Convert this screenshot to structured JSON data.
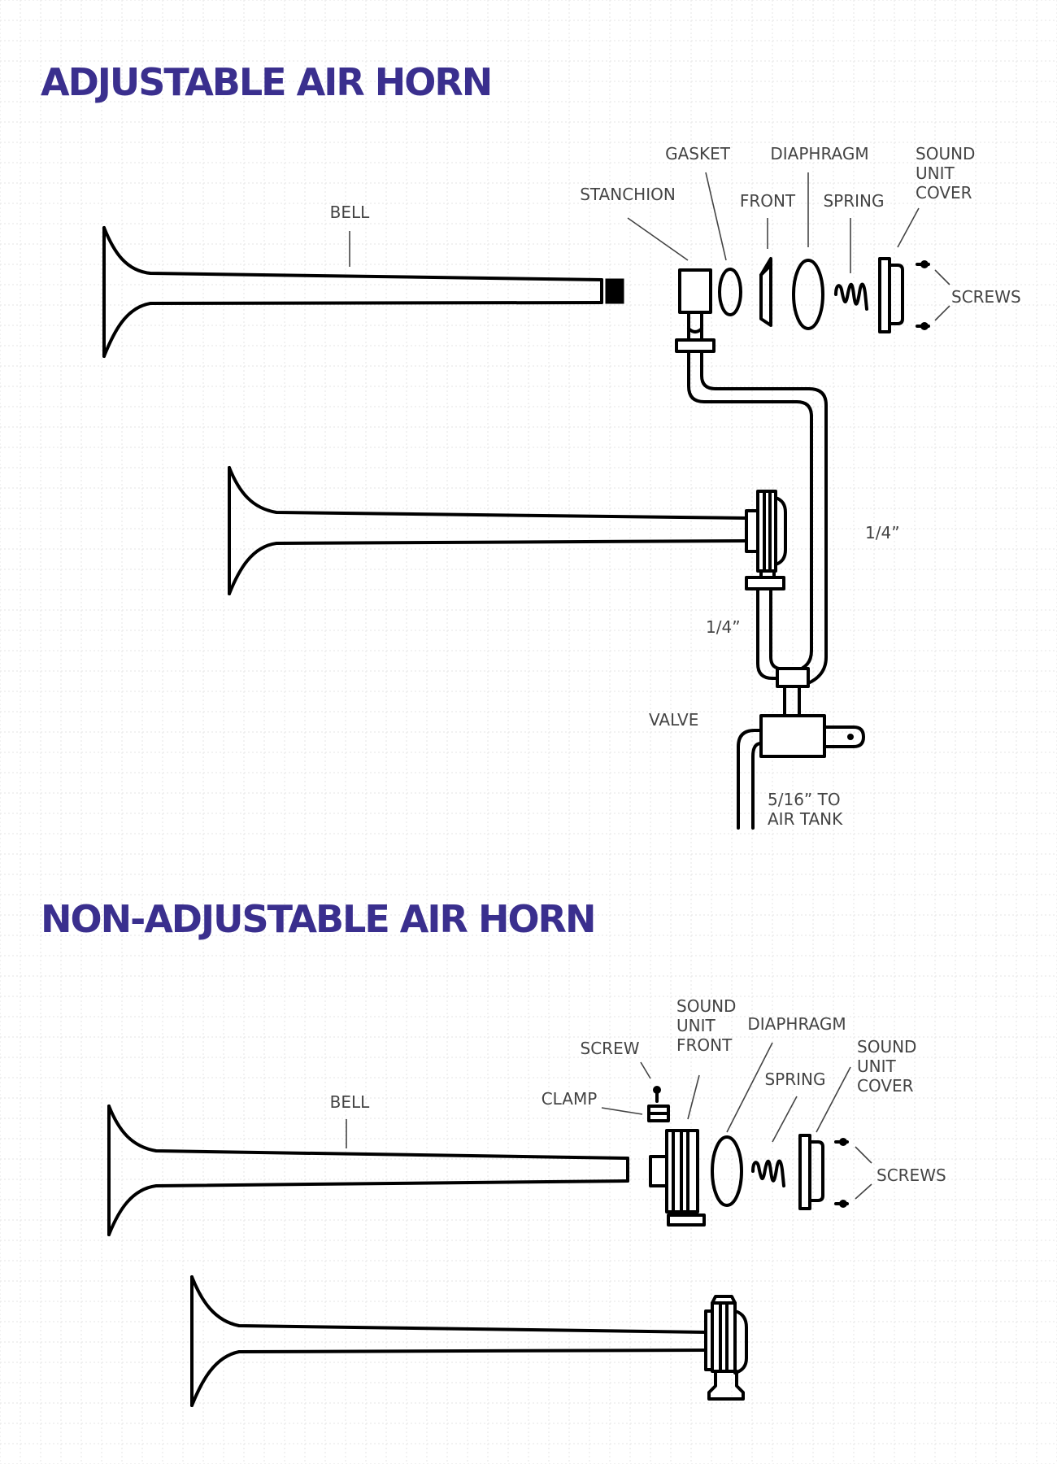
{
  "sections": {
    "adjustable": {
      "title": "ADJUSTABLE AIR HORN",
      "labels": {
        "bell": "BELL",
        "gasket": "GASKET",
        "stanchion": "STANCHION",
        "front": "FRONT",
        "diaphragm": "DIAPHRAGM",
        "spring": "SPRING",
        "sound_unit_cover": [
          "SOUND",
          "UNIT",
          "COVER"
        ],
        "screws": "SCREWS",
        "tube_quarter_right": "1/4”",
        "tube_quarter_left": "1/4”",
        "valve": "VALVE",
        "air_tank": [
          "5/16” TO",
          "AIR TANK"
        ]
      }
    },
    "non_adjustable": {
      "title": "NON-ADJUSTABLE AIR HORN",
      "labels": {
        "bell": "BELL",
        "screw": "SCREW",
        "clamp": "CLAMP",
        "sound_unit_front": [
          "SOUND",
          "UNIT",
          "FRONT"
        ],
        "diaphragm": "DIAPHRAGM",
        "spring": "SPRING",
        "sound_unit_cover": [
          "SOUND",
          "UNIT",
          "COVER"
        ],
        "screws": "SCREWS"
      }
    }
  },
  "colors": {
    "title": "#3a2f8e",
    "label": "#444444",
    "line": "#000000"
  }
}
